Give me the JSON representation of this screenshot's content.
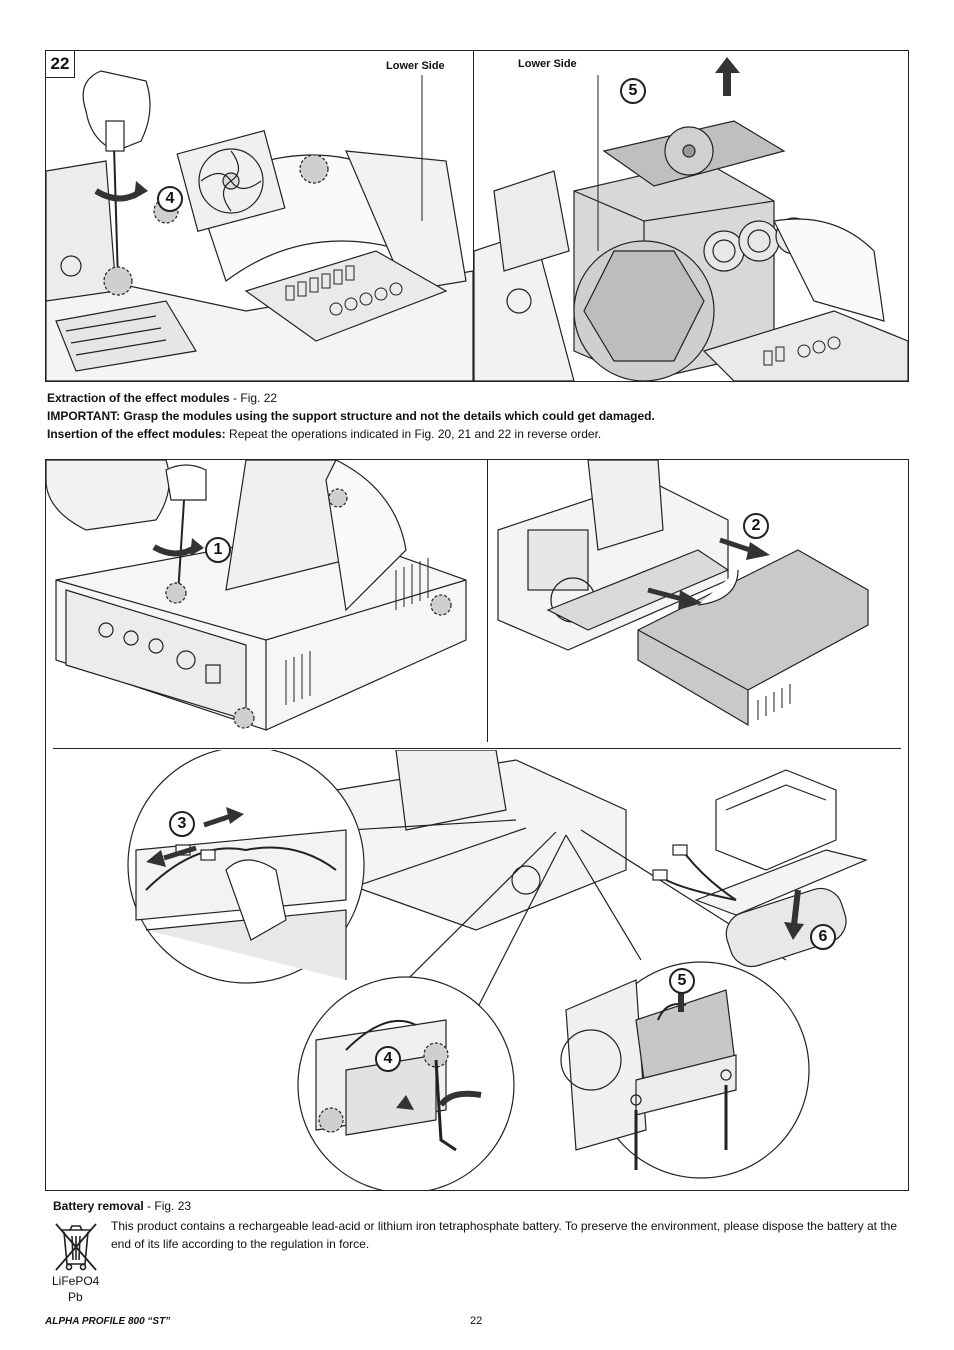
{
  "fig22": {
    "number": "22",
    "left_label": "Lower Side",
    "right_label": "Lower Side",
    "step_left": "4",
    "step_right": "5"
  },
  "captions22": {
    "line1_bold": "Extraction of the effect modules",
    "line1_rest": " - Fig. 22",
    "line2_bold": "IMPORTANT: Grasp the modules using the support structure and not the details which could get damaged.",
    "line3_bold": "Insertion of the effect modules:",
    "line3_rest": " Repeat the operations indicated in Fig. 20, 21 and 22 in reverse order."
  },
  "fig23": {
    "number": "23",
    "step1": "1",
    "step2": "2",
    "step3": "3",
    "step4": "4",
    "step5": "5",
    "step6": "6"
  },
  "battery": {
    "title_bold": "Battery removal",
    "title_rest": " - Fig. 23",
    "text": "This product contains a rechargeable lead-acid or lithium iron tetraphosphate battery. To preserve the environment, please dispose the battery at the end of its life according to the regulation in force.",
    "symbol_label1": "LiFePO4",
    "symbol_label2": "Pb"
  },
  "footer": {
    "product": "ALPHA PROFILE 800 “ST”",
    "page": "22"
  }
}
